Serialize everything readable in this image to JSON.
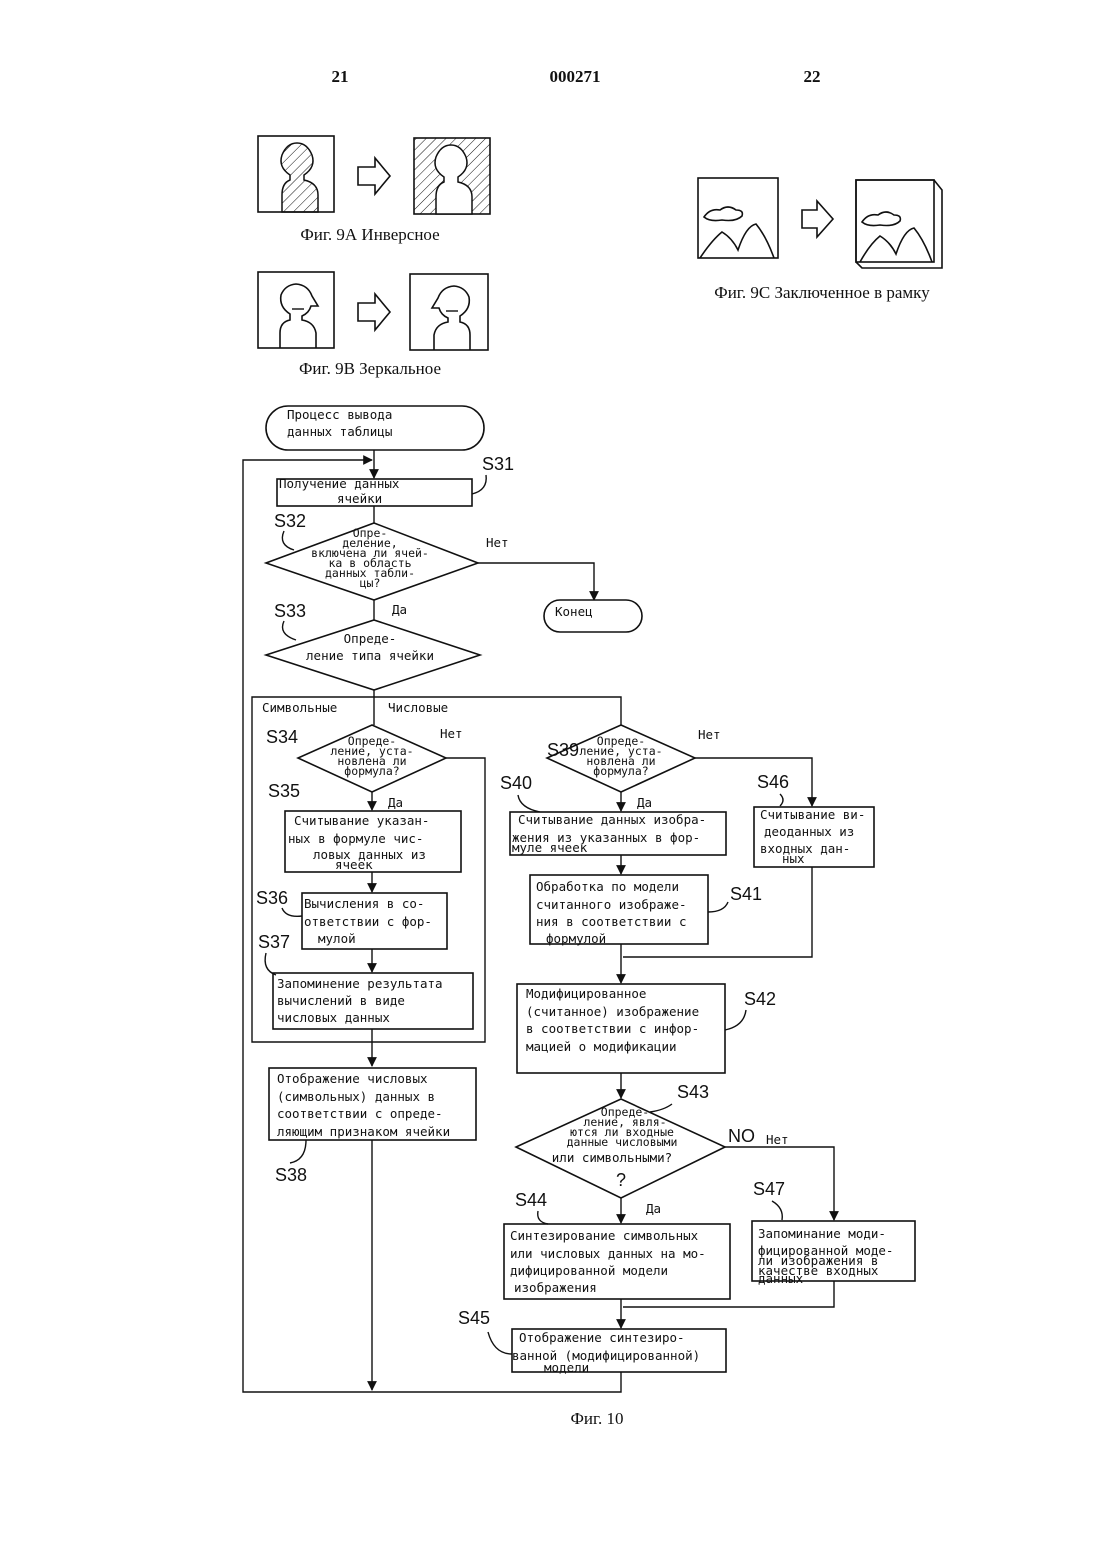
{
  "header": {
    "left_page": "21",
    "center_number": "000271",
    "right_page": "22"
  },
  "figures": {
    "fig9a_caption": "Фиг. 9А Инверсное",
    "fig9b_caption": "Фиг. 9В Зеркальное",
    "fig9c_caption": "Фиг. 9С Заключенное в рамку",
    "fig10_caption": "Фиг. 10"
  },
  "flowchart": {
    "start": [
      "Процесс вывода",
      "данных таблицы"
    ],
    "s31": {
      "label": "S31",
      "text": [
        "Получение данных",
        "ячейки"
      ]
    },
    "s32": {
      "label": "S32",
      "text": [
        "Опре-",
        "деление,",
        "включена ли ячей-",
        "ка в область",
        "данных табли-",
        "цы?"
      ],
      "no": "Нет",
      "yes": "Да"
    },
    "end": "Конец",
    "s33": {
      "label": "S33",
      "text": [
        "Опреде-",
        "ление типа ячейки"
      ],
      "branch_symbol": "Символьные",
      "branch_numeric": "Числовые"
    },
    "s34": {
      "label": "S34",
      "text": [
        "Опреде-",
        "ление, уста-",
        "новлена ли",
        "формула?"
      ],
      "no": "Нет",
      "yes": "Да"
    },
    "s35": {
      "label": "S35",
      "text": [
        "Считывание указан-",
        "ных в формуле чис-",
        "ловых данных из",
        "ячеек"
      ]
    },
    "s36": {
      "label": "S36",
      "text": [
        "Вычисления в со-",
        "ответствии с фор-",
        "мулой"
      ]
    },
    "s37": {
      "label": "S37",
      "text": [
        "Запоминение результата",
        "вычислений в виде",
        "числовых данных"
      ]
    },
    "s38": {
      "label": "S38",
      "text": [
        "Отображение числовых",
        "(символьных) данных в",
        "соответствии с опреде-",
        "ляющим признаком ячейки"
      ]
    },
    "s39": {
      "label": "S39",
      "text": [
        "Опреде-",
        "ление, уста-",
        "новлена ли",
        "формула?"
      ],
      "no": "Нет",
      "yes": "Да"
    },
    "s40": {
      "label": "S40",
      "text": [
        "Считывание данных изобра-",
        "жения из указанных в фор-",
        "муле ячеек"
      ]
    },
    "s41": {
      "label": "S41",
      "text": [
        "Обработка по модели",
        "считанного изображе-",
        "ния в соответствии с",
        "формулой"
      ]
    },
    "s42": {
      "label": "S42",
      "text": [
        "Модифицированное",
        "(считанное) изображение",
        "в соответствии с инфор-",
        "мацией о модификации"
      ]
    },
    "s43": {
      "label": "S43",
      "text": [
        "Опреде-",
        "ление, явля-",
        "ются ли входные",
        "данные числовыми",
        "или символьными?",
        "?"
      ],
      "no_en": "NO",
      "no": "Нет",
      "yes": "Да"
    },
    "s44": {
      "label": "S44",
      "text": [
        "Синтезирование символьных",
        "или числовых данных на мо-",
        "дифицированной модели",
        "изображения"
      ]
    },
    "s45": {
      "label": "S45",
      "text": [
        "Отображение синтезиро-",
        "ванной (модифицированной)",
        "модели"
      ]
    },
    "s46": {
      "label": "S46",
      "text": [
        "Считывание ви-",
        "деоданных из",
        "входных дан-",
        "ных"
      ]
    },
    "s47": {
      "label": "S47",
      "text": [
        "Запоминание моди-",
        "фицированной моде-",
        "ли изображения в",
        "качестве входных",
        "данных"
      ]
    }
  }
}
